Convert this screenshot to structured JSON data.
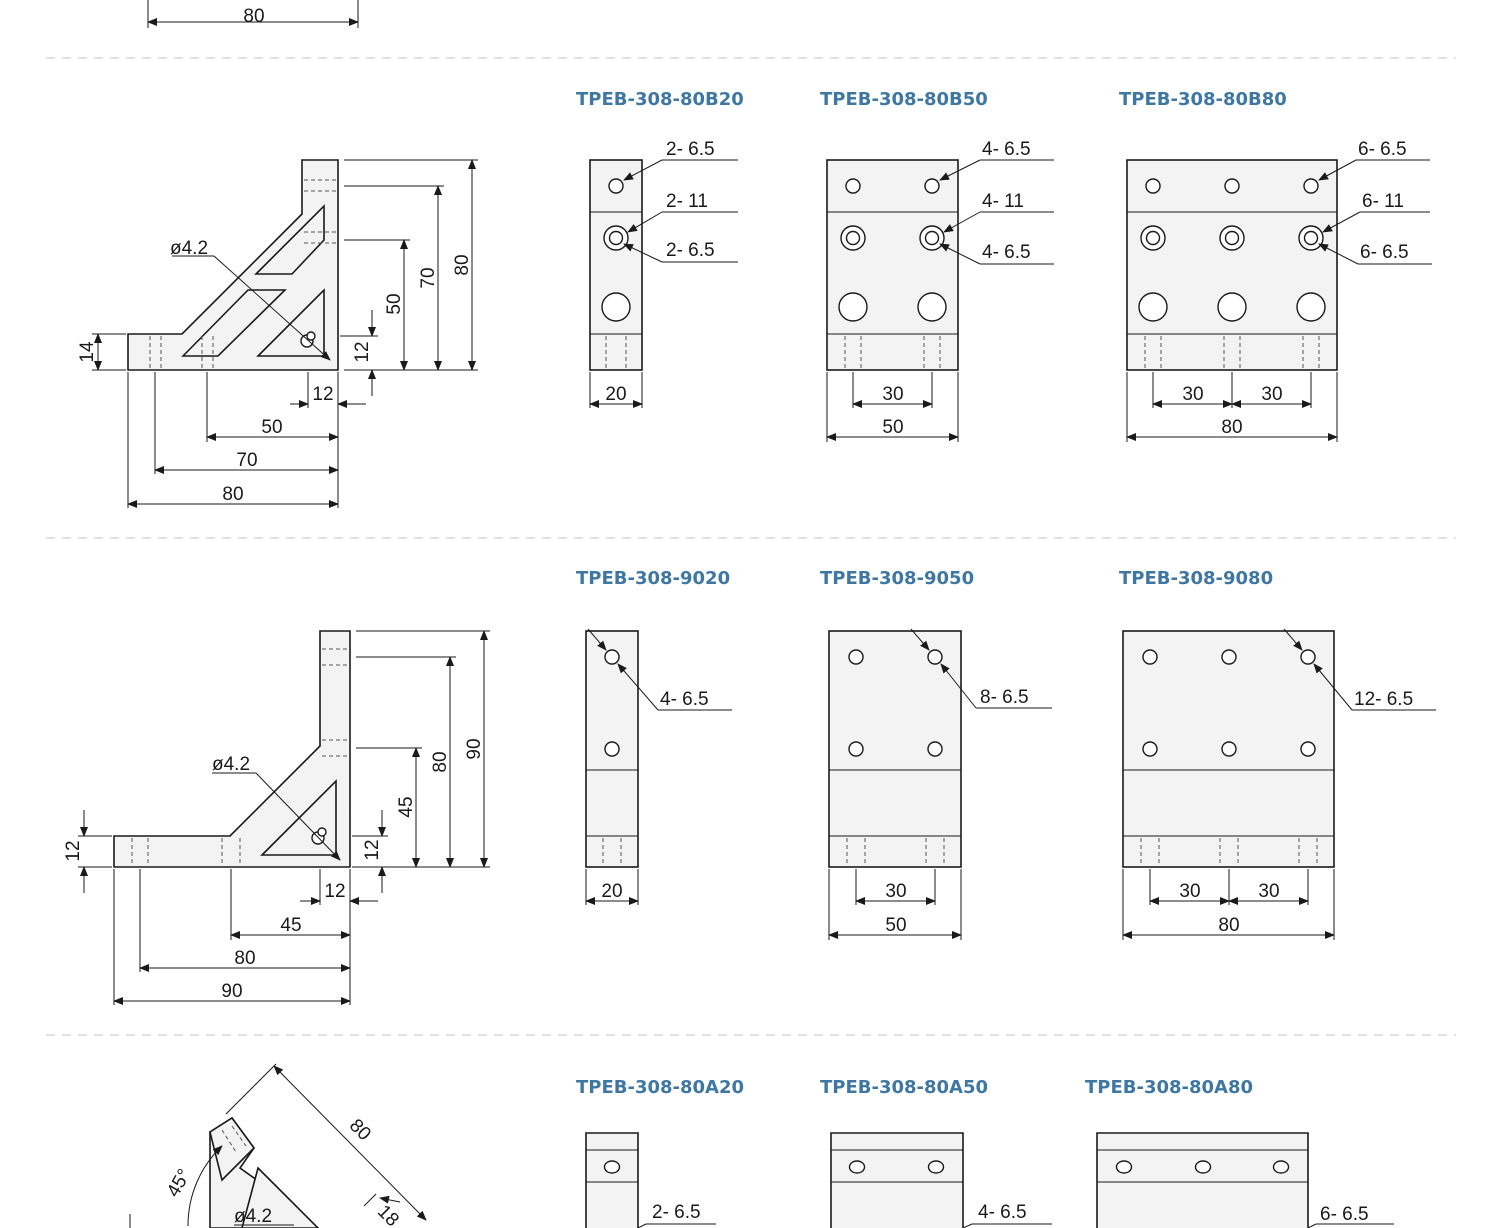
{
  "top_fragment": {
    "width_dim": "80"
  },
  "rows": [
    {
      "side_view": {
        "hole_callout": "ø4.2",
        "dims": {
          "base_thickness": "14",
          "slot_height": "12",
          "slot_width": "12",
          "h50": "50",
          "h70": "70",
          "h80": "80",
          "w50": "50",
          "w70": "70",
          "w80": "80"
        }
      },
      "variants": [
        {
          "title": "TPEB-308-80B20",
          "callouts": [
            "2-  6.5",
            "2-  11",
            "2-  6.5"
          ],
          "dims": [
            "20"
          ]
        },
        {
          "title": "TPEB-308-80B50",
          "callouts": [
            "4-  6.5",
            "4-  11",
            "4-  6.5"
          ],
          "dims": [
            "30",
            "50"
          ]
        },
        {
          "title": "TPEB-308-80B80",
          "callouts": [
            "6-  6.5",
            "6-  11",
            "6-  6.5"
          ],
          "dims": [
            "30",
            "30",
            "80"
          ]
        }
      ]
    },
    {
      "side_view": {
        "hole_callout": "ø4.2",
        "dims": {
          "base_thickness": "12",
          "slot_height": "12",
          "slot_width": "12",
          "h45": "45",
          "h80": "80",
          "h90": "90",
          "w45": "45",
          "w80": "80",
          "w90": "90"
        }
      },
      "variants": [
        {
          "title": "TPEB-308-9020",
          "callouts": [
            "4-  6.5"
          ],
          "dims": [
            "20"
          ]
        },
        {
          "title": "TPEB-308-9050",
          "callouts": [
            "8-  6.5"
          ],
          "dims": [
            "30",
            "50"
          ]
        },
        {
          "title": "TPEB-308-9080",
          "callouts": [
            "12-  6.5"
          ],
          "dims": [
            "30",
            "30",
            "80"
          ]
        }
      ]
    },
    {
      "side_view": {
        "hole_callout": "ø4.2",
        "dims": {
          "angle": "45°",
          "length": "80",
          "thickness": "18"
        }
      },
      "variants": [
        {
          "title": "TPEB-308-80A20",
          "callouts": [
            "2-  6.5"
          ]
        },
        {
          "title": "TPEB-308-80A50",
          "callouts": [
            "4-  6.5"
          ]
        },
        {
          "title": "TPEB-308-80A80",
          "callouts": [
            "6-  6.5"
          ]
        }
      ]
    }
  ],
  "colors": {
    "title": "#3f77a3",
    "line": "#1a1a1a",
    "separator": "#cfcfcf"
  }
}
